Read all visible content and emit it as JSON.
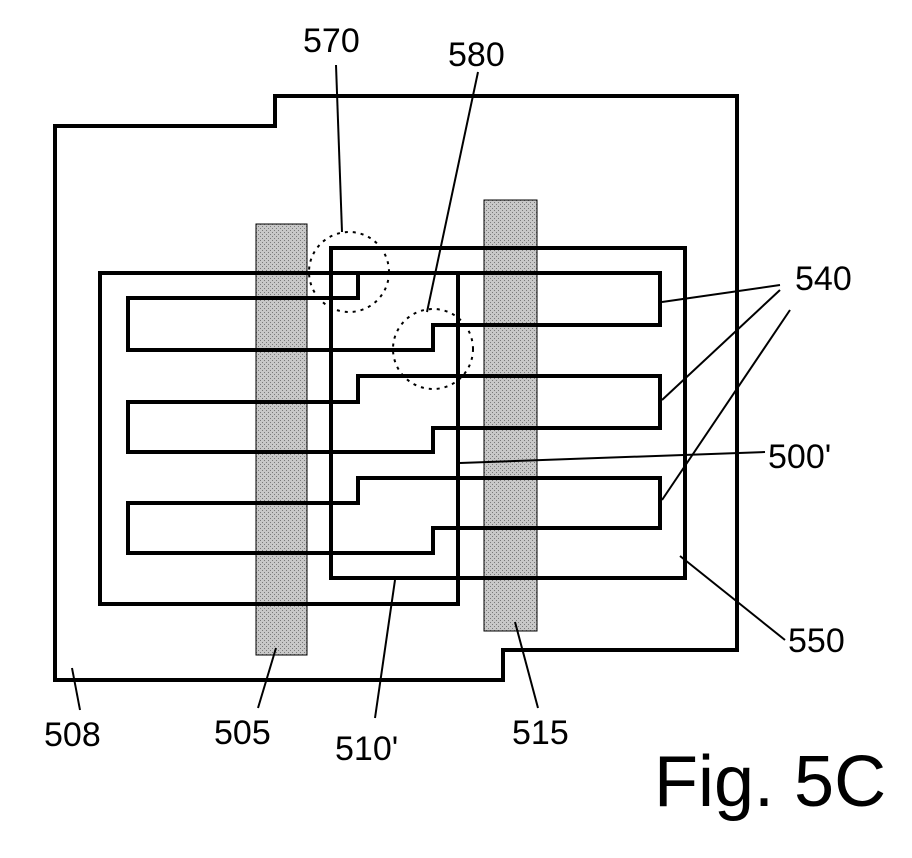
{
  "figure": {
    "caption": "Fig. 5C",
    "labels": {
      "l570": "570",
      "l580": "580",
      "l540": "540",
      "l500p": "500'",
      "l550": "550",
      "l508": "508",
      "l505": "505",
      "l510p": "510'",
      "l515": "515"
    },
    "fill_pattern_color": "#b5b5b5",
    "line_color": "#000000"
  }
}
